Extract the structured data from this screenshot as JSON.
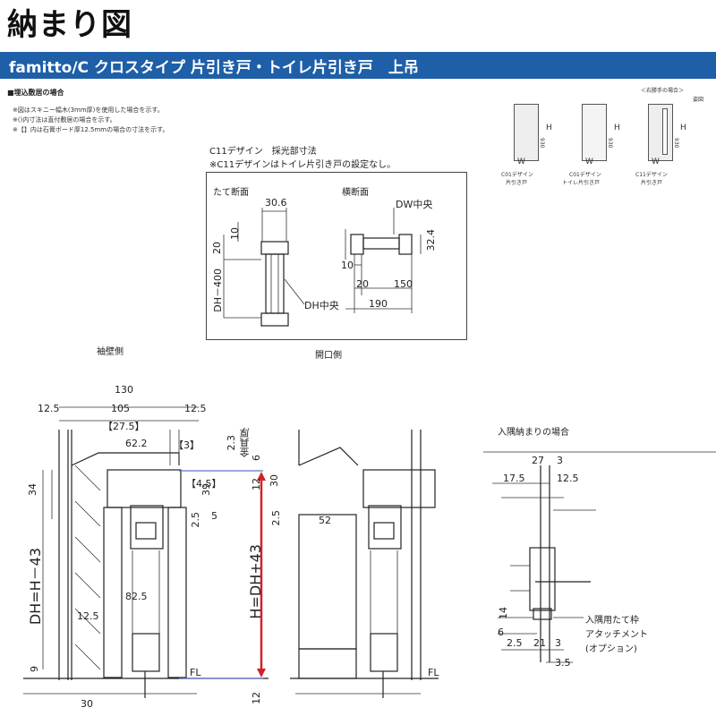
{
  "header": {
    "title": "納まり図",
    "banner": "famitto/C クロスタイプ 片引き戸・トイレ片引き戸　上吊"
  },
  "notes": {
    "heading": "■埋込敷居の場合",
    "lines": [
      "※図はスキニー幅木(3mm厚)を使用した場合を示す。",
      "※()内寸法は直付敷居の場合を示す。",
      "※【】内は石膏ボード厚12.5mmの場合の寸法を示す。"
    ]
  },
  "thumbnails": {
    "caption_top": "＜右勝手の場合＞",
    "corner": "姿図",
    "items": [
      {
        "w": "W",
        "h": "H",
        "h2": "930",
        "label1": "C01デザイン",
        "label2": "片引き戸"
      },
      {
        "w": "W",
        "h": "H",
        "h2": "930",
        "label1": "C01デザイン",
        "label2": "トイレ片引き戸"
      },
      {
        "w": "W",
        "h": "H",
        "h2": "930",
        "label1": "C11デザイン",
        "label2": "片引き戸"
      }
    ]
  },
  "c11": {
    "title": "C11デザイン　採光部寸法",
    "note": "※C11デザインはトイレ片引き戸の設定なし。",
    "vertical_label": "たて断面",
    "horizontal_label": "横断面",
    "dims": {
      "d30_6": "30.6",
      "d10a": "10",
      "d20a": "20",
      "dh400": "DH－400",
      "dh_center": "DH中央",
      "dw_center": "DW中央",
      "d32_4": "32.4",
      "d10b": "10",
      "d20b": "20",
      "d150": "150",
      "d190": "190"
    }
  },
  "side_labels": {
    "wall_side": "袖壁側",
    "opening_side": "開口側"
  },
  "main": {
    "dims": {
      "d130": "130",
      "d12_5a": "12.5",
      "d105": "105",
      "d12_5b": "12.5",
      "d27_5": "【27.5】",
      "d62_2": "62.2",
      "d3": "【3】",
      "d2_3": "2.3",
      "metal": "金具厚",
      "d6": "6",
      "d4_5": "【4.5】",
      "d34": "34",
      "d39": "39",
      "d12": "12",
      "d30": "30",
      "d2_5a": "2.5",
      "d5": "5",
      "d82_5": "82.5",
      "d12_5c": "12.5",
      "dh_eq": "DH=H－43",
      "h_eq": "H=DH+43",
      "d9": "9",
      "fl1": "FL",
      "d12b": "12",
      "d30b": "30",
      "d2_5b": "2.5",
      "d52": "52",
      "fl2": "FL"
    }
  },
  "corner": {
    "title": "入隅納まりの場合",
    "dims": {
      "d27": "27",
      "d3a": "3",
      "d17_5": "17.5",
      "d12_5": "12.5",
      "d14": "14",
      "d6": "6",
      "d2_5": "2.5",
      "d21": "21",
      "d3b": "3",
      "d3_5": "3.5"
    },
    "label1": "入隅用たて枠",
    "label2": "アタッチメント",
    "label3": "(オプション)"
  }
}
